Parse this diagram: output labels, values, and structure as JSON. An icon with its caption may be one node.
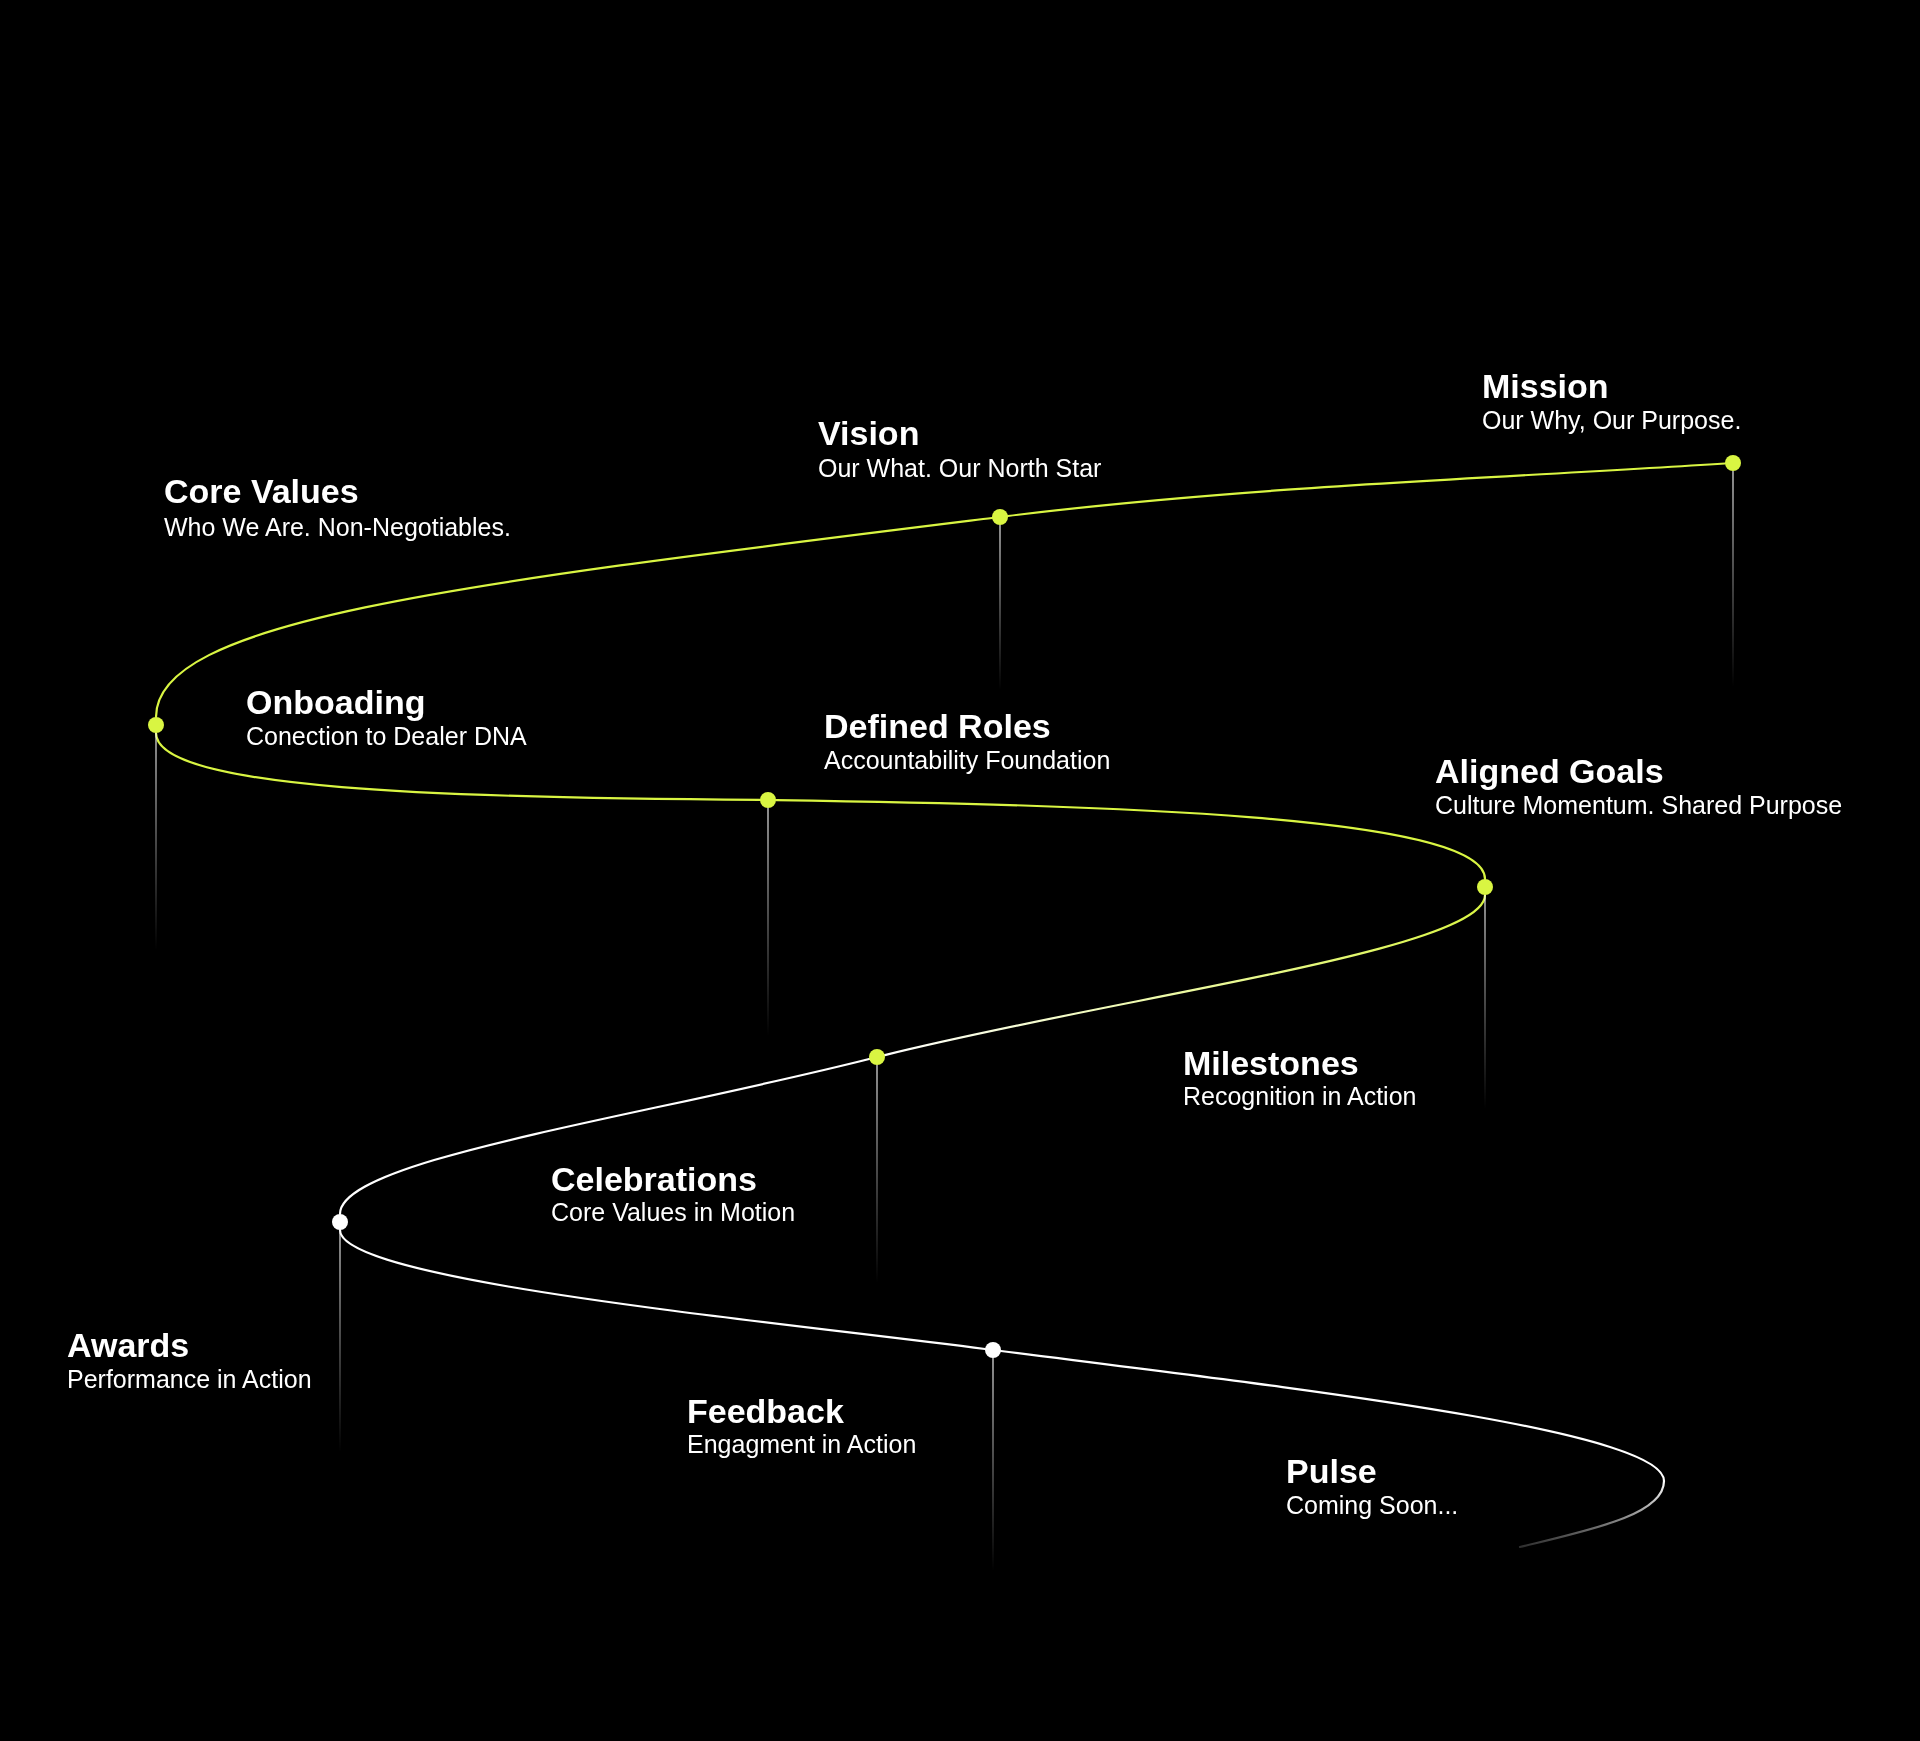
{
  "diagram": {
    "nodes": [
      {
        "text": [],
        "shape": "circle"
      },
      {
        "text": [],
        "shape": "circle"
      },
      {
        "text": [],
        "shape": "circle"
      },
      {
        "text": [],
        "shape": "circle"
      },
      {
        "text": [],
        "shape": "circle"
      },
      {
        "text": [],
        "shape": "circle"
      },
      {
        "text": [],
        "shape": "circle"
      },
      {
        "text": [],
        "shape": "circle"
      }
    ],
    "edges": [
      {
        "from": 0,
        "to": 1,
        "arrow": "none",
        "color": "#d9f542"
      },
      {
        "from": 1,
        "to": 2,
        "arrow": "none",
        "color": "#d9f542"
      },
      {
        "from": 2,
        "to": 3,
        "arrow": "none",
        "color": "#d9f542"
      },
      {
        "from": 3,
        "to": 4,
        "arrow": "none",
        "color": "#d9f542"
      },
      {
        "from": 4,
        "to": 5,
        "arrow": "none",
        "color": "#d9f542"
      },
      {
        "from": 5,
        "to": 6,
        "arrow": "none"
      },
      {
        "from": 6,
        "to": 7,
        "arrow": "none"
      },
      {
        "from": 7,
        "to": null,
        "arrow": "none"
      },
      {
        "from": 0,
        "to": null,
        "arrow": "none"
      },
      {
        "from": 1,
        "to": null,
        "arrow": "none"
      },
      {
        "from": 2,
        "to": null,
        "arrow": "none"
      },
      {
        "from": 3,
        "to": null,
        "arrow": "none"
      },
      {
        "from": 4,
        "to": null,
        "arrow": "none"
      },
      {
        "from": 5,
        "to": null,
        "arrow": "none"
      },
      {
        "from": 6,
        "to": null,
        "arrow": "none"
      },
      {
        "from": 7,
        "to": null,
        "arrow": "none"
      }
    ],
    "labels": [
      "Mission",
      "Our Why, Our Purpose.",
      "Vision",
      "Our What. Our North Star",
      "Core Values",
      "Who We Are. Non-Negotiables.",
      "Onboading",
      "Conection to Dealer DNA",
      "Defined Roles",
      "Accountability Foundation",
      "Aligned Goals",
      "Culture Momentum. Shared Purpose",
      "Milestones",
      "Recognition in Action",
      "Celebrations",
      "Core Values in Motion",
      "Awards",
      "Performance in Action",
      "Feedback",
      "Engagment in Action",
      "Pulse",
      "Coming Soon..."
    ]
  }
}
